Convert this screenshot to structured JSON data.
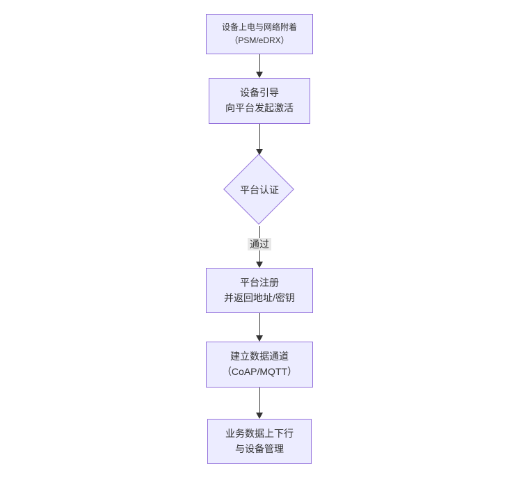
{
  "diagram": {
    "type": "flowchart-vertical",
    "colors": {
      "background": "#ffffff",
      "node_fill": "#ECECFF",
      "node_border": "#9370DB",
      "arrow": "#333333",
      "text": "#333333",
      "edge_label_bg": "#e8e8e8"
    },
    "nodes": [
      {
        "id": "power-on",
        "shape": "rect",
        "lines": [
          "设备上电与网络附着",
          "（PSM/eDRX）"
        ]
      },
      {
        "id": "bootstrap",
        "shape": "rect",
        "lines": [
          "设备引导",
          "向平台发起激活"
        ]
      },
      {
        "id": "auth",
        "shape": "diamond",
        "lines": [
          "平台认证"
        ]
      },
      {
        "id": "register",
        "shape": "rect",
        "lines": [
          "平台注册",
          "并返回地址/密钥"
        ]
      },
      {
        "id": "channel",
        "shape": "rect",
        "lines": [
          "建立数据通道",
          "（CoAP/MQTT）"
        ]
      },
      {
        "id": "business",
        "shape": "rect",
        "lines": [
          "业务数据上下行",
          "与设备管理"
        ]
      }
    ],
    "edges": [
      {
        "from": "power-on",
        "to": "bootstrap",
        "label": ""
      },
      {
        "from": "bootstrap",
        "to": "auth",
        "label": ""
      },
      {
        "from": "auth",
        "to": "register",
        "label": "通过"
      },
      {
        "from": "register",
        "to": "channel",
        "label": ""
      },
      {
        "from": "channel",
        "to": "business",
        "label": ""
      }
    ]
  }
}
